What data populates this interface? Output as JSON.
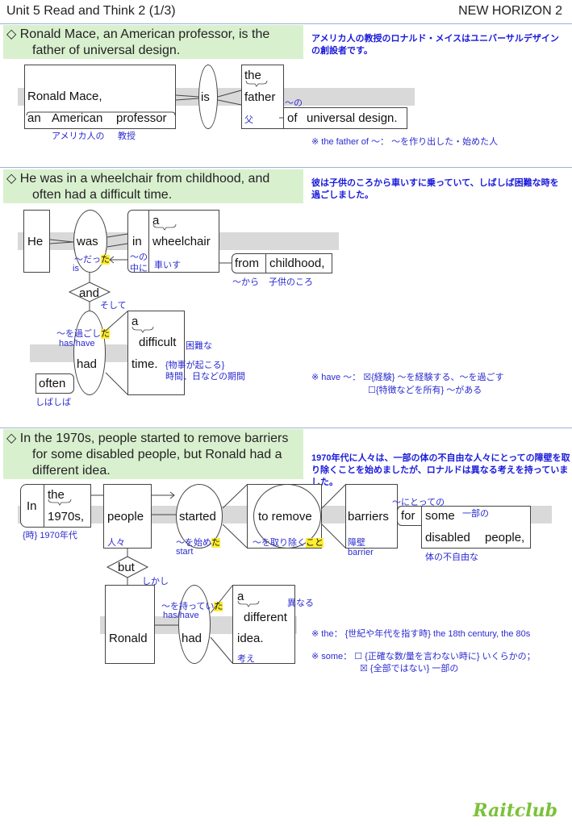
{
  "header": {
    "title": "Unit 5 Read and Think 2 (1/3)",
    "textbook": "NEW HORIZON 2"
  },
  "sections": [
    {
      "sentence_line1": "◇ Ronald Mace, an American professor, is the",
      "sentence_line2": "father of universal design.",
      "translation": "アメリカ人の教授のロナルド・メイスはユニバーサルデザインの創設者です。",
      "words": {
        "subject": "Ronald Mace,",
        "an": "an",
        "american": "American",
        "professor": "professor",
        "verb": "is",
        "the": "the",
        "father": "father",
        "of": "of",
        "obj": "universal design."
      },
      "glosses": {
        "american": "アメリカ人の",
        "professor": "教授",
        "father": "父",
        "of": "～の"
      },
      "note": "※ the father of ～： ～を作り出した・始めた人"
    },
    {
      "sentence_line1": "◇ He was in a wheelchair from childhood, and",
      "sentence_line2": "often had a difficult time.",
      "translation": "彼は子供のころから車いすに乗っていて、しばしば困難な時を過ごしました。",
      "words": {
        "he": "He",
        "was": "was",
        "in": "in",
        "a": "a",
        "wheelchair": "wheelchair",
        "from": "from",
        "childhood": "childhood,",
        "and": "and",
        "had": "had",
        "a2": "a",
        "difficult": "difficult",
        "time": "time.",
        "often": "often"
      },
      "glosses": {
        "was": "～だっ",
        "was_hl": "た",
        "is": "is",
        "in": "～の\n中に",
        "wheelchair": "車いす",
        "from": "～から",
        "childhood": "子供のころ",
        "and": "そして",
        "had": "～を過ごし",
        "had_hl": "た",
        "has": "has/have",
        "difficult": "困難な",
        "time1": "{物事が起こる}",
        "time2": "時間、日などの期間",
        "often": "しばしば"
      },
      "note_line1": "※ have ～： ☒{経験} ～を経験する、～を過ごす",
      "note_line2": "☐{特徴などを所有} ～がある"
    },
    {
      "sentence_line1": "◇ In the 1970s, people started to remove barriers",
      "sentence_line2": "for some disabled people, but Ronald had a",
      "sentence_line3": "different idea.",
      "translation": "1970年代に人々は、一部の体の不自由な人々にとっての障壁を取り除くことを始めましたが、ロナルドは異なる考えを持っていました。",
      "words": {
        "in": "In",
        "the": "the",
        "y1970s": "1970s,",
        "people": "people",
        "started": "started",
        "toremove": "to remove",
        "barriers": "barriers",
        "for": "for",
        "some": "some",
        "disabled": "disabled",
        "people2": "people,",
        "but": "but",
        "ronald": "Ronald",
        "had": "had",
        "a": "a",
        "different": "different",
        "idea": "idea."
      },
      "glosses": {
        "in": "{時} 1970年代",
        "people": "人々",
        "started": "～を始め",
        "started_hl": "た",
        "start": "start",
        "toremove": "～を取り除く",
        "toremove_hl": "こと",
        "barriers": "障壁",
        "barrier": "barrier",
        "for": "～にとっての",
        "some": "一部の",
        "disabled": "体の不自由な",
        "but": "しかし",
        "had": "～を持ってい",
        "had_hl": "た",
        "has": "has/have",
        "different": "異なる",
        "idea": "考え"
      },
      "note_the": "※ the： {世紀や年代を指す時} the 18th century, the 80s",
      "note_some1": "※ some： ☐ {正確な数/量を言わない時に} いくらかの；",
      "note_some2": "☒ {全部ではない} 一部の"
    }
  ],
  "footer": {
    "logo": "Raitclub"
  }
}
